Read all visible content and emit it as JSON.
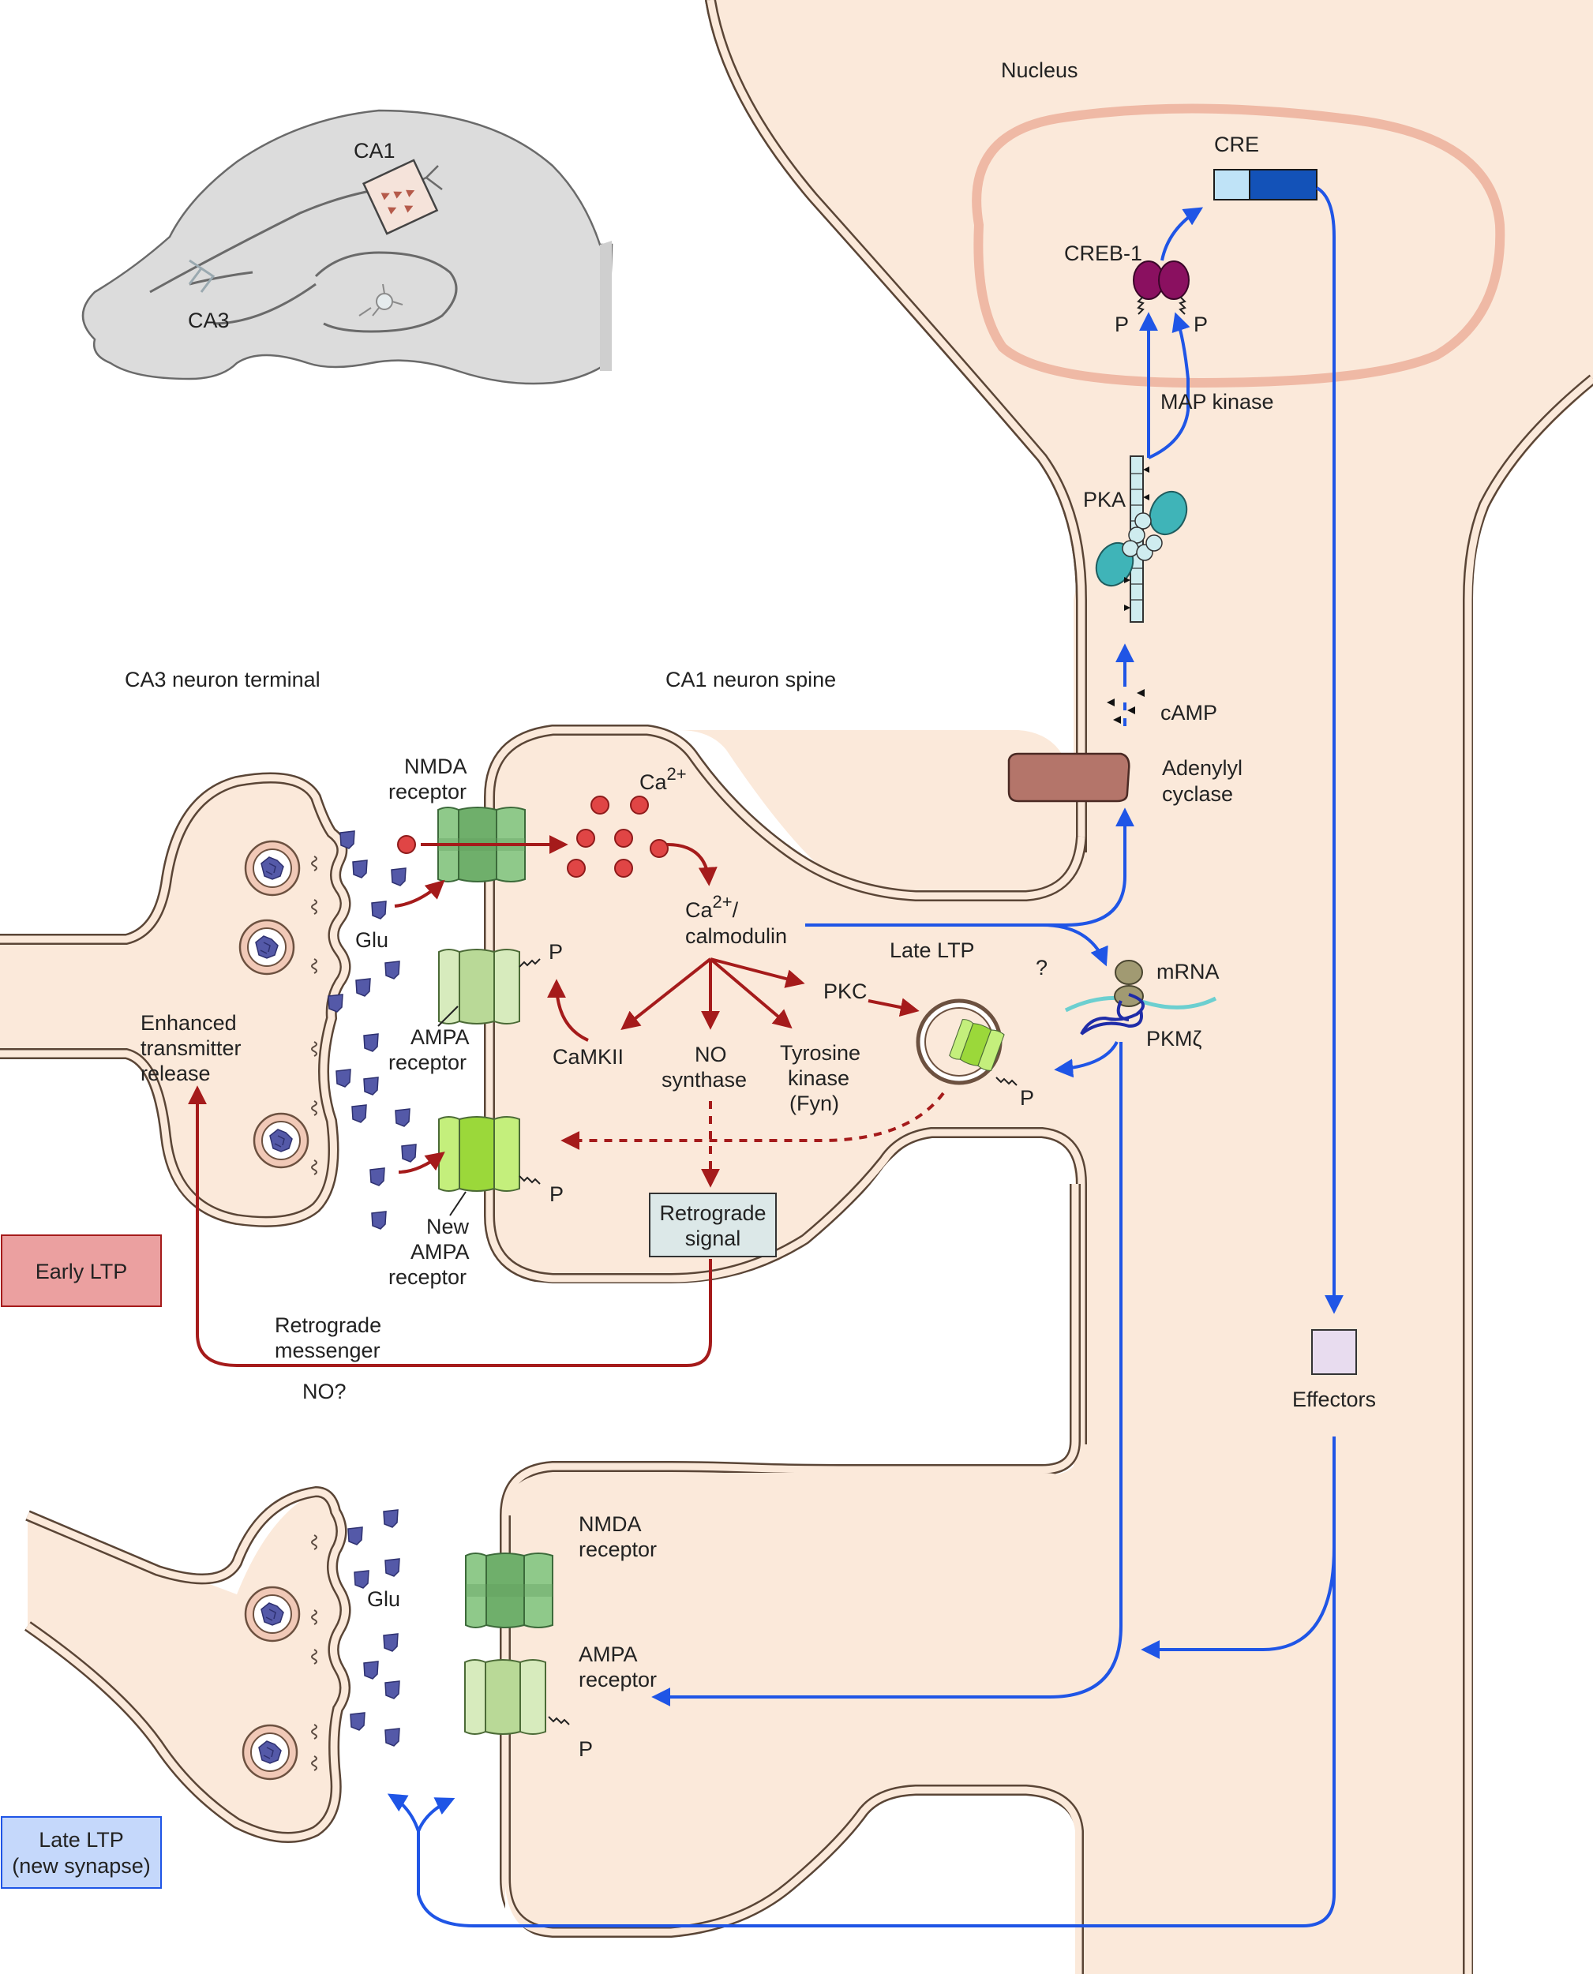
{
  "colors": {
    "cell_fill": "#fbe9da",
    "membrane": "#5a4536",
    "early_ltp": "#a51b1b",
    "late_ltp": "#1f55e6",
    "nucleus_outline": "#efb9a5",
    "ca_ion": "#e04545",
    "glutamate": "#5459a8",
    "nmda": "#7ab878",
    "ampa": "#c8e2a8",
    "new_ampa": "#a6e24a",
    "pka": "#3fb4b8",
    "creb": "#8a1060",
    "adenylyl": "#b4756a",
    "cre_light": "#bfe3f7",
    "cre_dark": "#1352b8",
    "effectors_box": "#e8dcef",
    "retro_box": "#dce8e8",
    "early_box": "#eba0a0",
    "late_box": "#c5d8fb"
  },
  "icons": [
    "brain-inset-icon",
    "synaptic-vesicle-icon",
    "calcium-ion-icon",
    "glutamate-icon",
    "nmda-receptor-icon",
    "ampa-receptor-icon",
    "pka-icon",
    "creb-dimer-icon",
    "ribosome-icon"
  ],
  "brain_inset": {
    "ca1": "CA1",
    "ca3": "CA3"
  },
  "labels": {
    "nucleus": "Nucleus",
    "cre": "CRE",
    "creb1": "CREB-1",
    "p": "P",
    "map_kinase": "MAP kinase",
    "pka": "PKA",
    "camp": "cAMP",
    "adenylyl_cyclase": [
      "Adenylyl",
      "cyclase"
    ],
    "ca3_terminal": "CA3 neuron terminal",
    "ca1_spine": "CA1 neuron spine",
    "nmda_receptor": [
      "NMDA",
      "receptor"
    ],
    "ca2": "Ca",
    "ca2_sup": "2+",
    "ca_calmodulin_1": "Ca",
    "ca_calmodulin_sup": "2+",
    "ca_calmodulin_1b": "/",
    "ca_calmodulin_2": "calmodulin",
    "late_ltp": "Late LTP",
    "question": "?",
    "mrna": "mRNA",
    "pkmzeta": "PKMζ",
    "glu": "Glu",
    "pkc": "PKC",
    "ampa_receptor": [
      "AMPA",
      "receptor"
    ],
    "camkii": "CaMKII",
    "no_synthase": [
      "NO",
      "synthase"
    ],
    "tyrosine_kinase": [
      "Tyrosine",
      "kinase",
      "(Fyn)"
    ],
    "enhanced_release": [
      "Enhanced",
      "transmitter",
      "release"
    ],
    "new_ampa": [
      "New",
      "AMPA",
      "receptor"
    ],
    "retrograde_signal": [
      "Retrograde",
      "signal"
    ],
    "retrograde_messenger": [
      "Retrograde",
      "messenger"
    ],
    "no_q": "NO?",
    "effectors": "Effectors",
    "early_ltp_box": "Early LTP",
    "late_ltp_box": [
      "Late LTP",
      "(new synapse)"
    ],
    "glu_bottom": "Glu",
    "nmda_bottom": [
      "NMDA",
      "receptor"
    ],
    "ampa_bottom": [
      "AMPA",
      "receptor"
    ]
  }
}
